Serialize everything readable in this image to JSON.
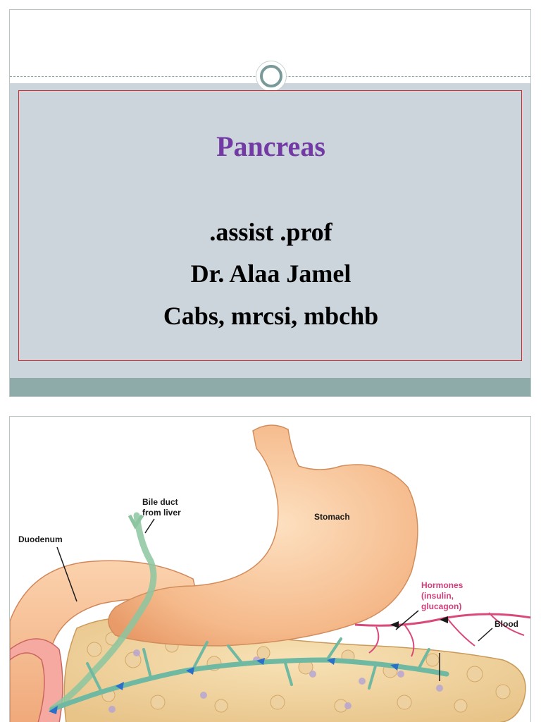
{
  "slide1": {
    "title": "Pancreas",
    "lines": [
      ".assist .prof",
      "Dr. Alaa Jamel",
      "Cabs, mrcsi, mbchb"
    ],
    "colors": {
      "title": "#7339a4",
      "frame": "#d4282c",
      "panel": "#ccd4dc",
      "footer": "#8eaaa9"
    }
  },
  "slide2": {
    "labels": {
      "bile_duct_1": "Bile duct",
      "bile_duct_2": "from liver",
      "stomach": "Stomach",
      "duodenum": "Duodenum",
      "hormones_1": "Hormones",
      "hormones_2": "(insulin,",
      "hormones_3": "glucagon)",
      "blood": "Blood"
    }
  }
}
